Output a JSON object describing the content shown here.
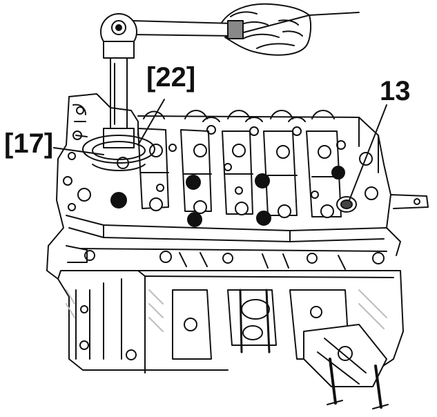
{
  "callouts": {
    "ref_22": "[22]",
    "ref_17": "[17]",
    "ref_13": "13"
  },
  "colors": {
    "ink": "#111111",
    "paper": "#ffffff",
    "shade": "#bdbdbd",
    "fill": "#f2f2f2"
  }
}
